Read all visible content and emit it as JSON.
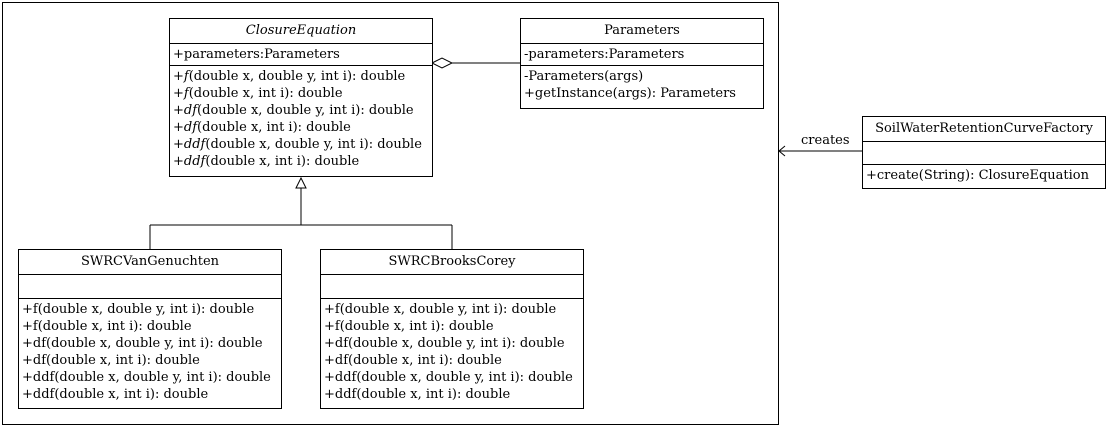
{
  "closure_equation": {
    "name": "ClosureEquation",
    "attributes": [
      "+parameters:Parameters"
    ],
    "methods": [
      {
        "prefix": "+",
        "fn": "f",
        "sig": "(double x, double y, int i): double"
      },
      {
        "prefix": "+",
        "fn": "f",
        "sig": "(double x, int i): double"
      },
      {
        "prefix": "+",
        "fn": "df",
        "sig": "(double x, double y, int i): double"
      },
      {
        "prefix": "+",
        "fn": "df",
        "sig": "(double x, int i): double"
      },
      {
        "prefix": "+",
        "fn": "ddf",
        "sig": "(double x, double y, int i): double"
      },
      {
        "prefix": "+",
        "fn": "ddf",
        "sig": "(double x, int i): double"
      }
    ]
  },
  "parameters": {
    "name": "Parameters",
    "attributes": [
      "-parameters:Parameters"
    ],
    "methods": [
      "-Parameters(args)",
      "+getInstance(args): Parameters"
    ]
  },
  "van_genuchten": {
    "name": "SWRCVanGenuchten",
    "methods": [
      "+f(double x, double y, int i): double",
      "+f(double x, int i): double",
      "+df(double x, double y, int i): double",
      "+df(double x, int i): double",
      "+ddf(double x, double y, int i): double",
      "+ddf(double x, int i): double"
    ]
  },
  "brooks_corey": {
    "name": "SWRCBrooksCorey",
    "methods": [
      "+f(double x, double y, int i): double",
      "+f(double x, int i): double",
      "+df(double x, double y, int i): double",
      "+df(double x, int i): double",
      "+ddf(double x, double y, int i): double",
      "+ddf(double x, int i): double"
    ]
  },
  "factory": {
    "name": "SoilWaterRetentionCurveFactory",
    "methods": [
      "+create(String): ClosureEquation"
    ]
  },
  "relations": {
    "creates_label": "creates"
  }
}
